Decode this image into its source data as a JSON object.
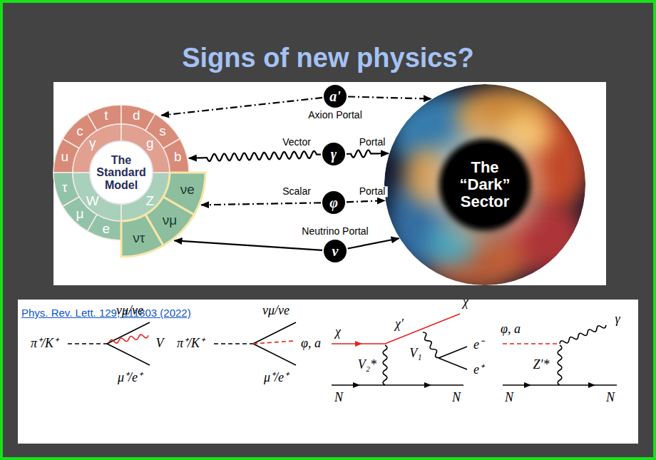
{
  "diagram": {
    "title": "Signs of new physics?",
    "nodes": [
      {
        "text": [
          "The Standard Model"
        ]
      },
      {
        "text": [
          "c"
        ],
        "in": 0
      },
      {
        "text": [
          "t"
        ],
        "in": 0
      },
      {
        "text": [
          "d"
        ],
        "in": 0
      },
      {
        "text": [
          "u"
        ],
        "in": 0
      },
      {
        "text": [
          "γ"
        ],
        "in": 0
      },
      {
        "text": [
          "g"
        ],
        "in": 0
      },
      {
        "text": [
          "s"
        ],
        "in": 0
      },
      {
        "text": [
          "b"
        ],
        "in": 0
      },
      {
        "text": [
          "τ"
        ],
        "in": 0
      },
      {
        "text": [
          "W"
        ],
        "in": 0
      },
      {
        "text": [
          "Z"
        ],
        "in": 0
      },
      {
        "text": [
          "νe"
        ],
        "in": 0
      },
      {
        "text": [
          "μ"
        ],
        "in": 0
      },
      {
        "text": [
          "e"
        ],
        "in": 0
      },
      {
        "text": [
          "νμ"
        ],
        "in": 0
      },
      {
        "text": [
          "ντ"
        ],
        "in": 0
      },
      {
        "text": [
          "a'",
          "Axion Portal"
        ]
      },
      {
        "text": [
          "γ",
          "Vector",
          "Portal"
        ]
      },
      {
        "text": [
          "φ",
          "Scalar",
          "Portal"
        ]
      },
      {
        "text": [
          "ν",
          "Neutrino Portal"
        ]
      },
      {
        "text": [
          "The “Dark” Sector"
        ]
      }
    ],
    "edges": [
      {
        "from": 17,
        "to": 0,
        "arrow": "to"
      },
      {
        "from": 17,
        "to": 21,
        "arrow": "to"
      },
      {
        "from": 18,
        "to": 0,
        "arrow": "to"
      },
      {
        "from": 18,
        "to": 21,
        "arrow": "to"
      },
      {
        "from": 19,
        "to": 0,
        "arrow": "to"
      },
      {
        "from": 19,
        "to": 21,
        "arrow": "to"
      },
      {
        "from": 20,
        "to": 0,
        "arrow": "to"
      },
      {
        "from": 20,
        "to": 21,
        "arrow": "to"
      }
    ],
    "labels": [
      "Phys. Rev. Lett. 129, 111803 (2022)",
      "νμ/νe",
      "π⁺/K⁺",
      "V",
      "μ⁺/e⁺",
      "νμ/νe",
      "π⁺/K⁺",
      "φ, a",
      "μ⁺/e⁺",
      "χ",
      "χ′",
      "χ",
      "V₁",
      "e⁻",
      "e⁺",
      "V₂*",
      "N",
      "N",
      "φ, a",
      "γ",
      "Z′*",
      "N",
      "N"
    ]
  }
}
